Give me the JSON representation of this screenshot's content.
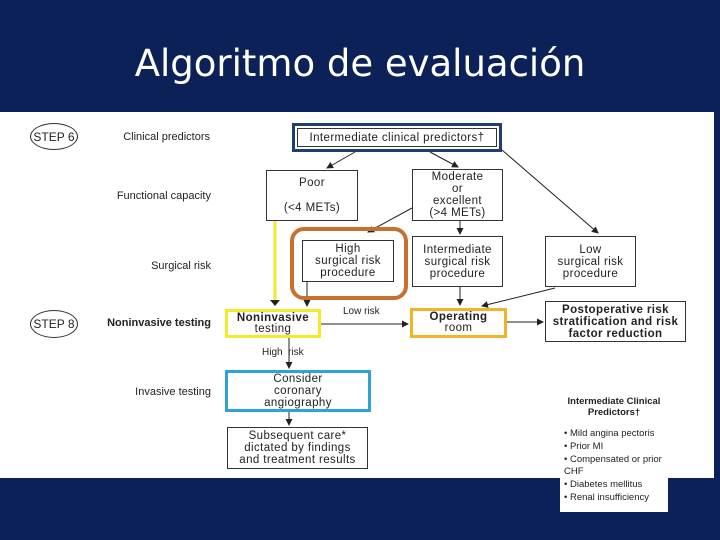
{
  "title": "Algoritmo de evaluación",
  "steps": {
    "step6": "STEP 6",
    "step8": "STEP 8"
  },
  "row_labels": {
    "clinical": "Clinical predictors",
    "functional": "Functional capacity",
    "surgical": "Surgical risk",
    "noninvasive": "Noninvasive testing",
    "invasive": "Invasive testing"
  },
  "boxes": {
    "intermediate_predictors": "Intermediate clinical predictors†",
    "poor_1": "Poor",
    "poor_2": "(<4 METs)",
    "moderate_1": "Moderate",
    "moderate_2": "or",
    "moderate_3": "excellent",
    "moderate_4": "(>4 METs)",
    "high_1": "High",
    "high_2": "surgical risk",
    "high_3": "procedure",
    "inter_1": "Intermediate",
    "inter_2": "surgical risk",
    "inter_3": "procedure",
    "low_1": "Low",
    "low_2": "surgical risk",
    "low_3": "procedure",
    "noninv_1": "Noninvasive",
    "noninv_2": "testing",
    "or_1": "Operating",
    "or_2": "room",
    "postop_1": "Postoperative risk",
    "postop_2": "stratification and risk",
    "postop_3": "factor reduction",
    "consider_1": "Consider",
    "consider_2": "coronary",
    "consider_3": "angiography",
    "subsequent_1": "Subsequent care*",
    "subsequent_2": "dictated by findings",
    "subsequent_3": "and treatment results"
  },
  "edge_labels": {
    "low_risk": "Low risk",
    "high_risk": "High  risk"
  },
  "legend": {
    "heading": "Intermediate Clinical Predictors†",
    "items": [
      "Mild angina pectoris",
      "Prior MI",
      "Compensated or prior CHF",
      "Diabetes mellitus",
      "Renal insufficiency"
    ]
  },
  "colors": {
    "background": "#0b2158",
    "predictor_border": "#1f3f73",
    "high_risk_highlight": "#c8702e",
    "noninvasive_highlight": "#f2ea2a",
    "or_highlight": "#f0b429",
    "angiography_highlight": "#2ea3db"
  }
}
